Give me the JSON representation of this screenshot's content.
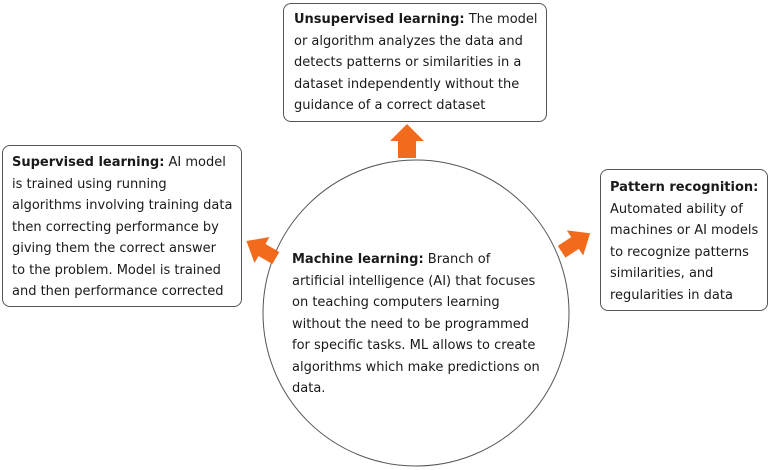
{
  "colors": {
    "arrow": "#f26b1d",
    "border": "#555555"
  },
  "center": {
    "title": "Machine learning:",
    "text": " Branch of artificial intelligence (AI) that focuses on teaching computers learning without the need to be programmed for specific tasks. ML allows to create algorithms which make predictions on data."
  },
  "boxes": {
    "unsupervised": {
      "title": "Unsupervised learning:",
      "text": " The model or algorithm analyzes the data and detects patterns or similarities in a dataset independently without the guidance of a correct dataset"
    },
    "supervised": {
      "title": "Supervised learning:",
      "text": " AI model is trained using running algorithms involving training data then correcting performance by giving them the correct answer to the problem. Model is trained and then performance corrected"
    },
    "pattern": {
      "title": "Pattern recognition:",
      "text": " Automated ability of machines or AI models to recognize patterns similarities, and regularities in data"
    }
  }
}
